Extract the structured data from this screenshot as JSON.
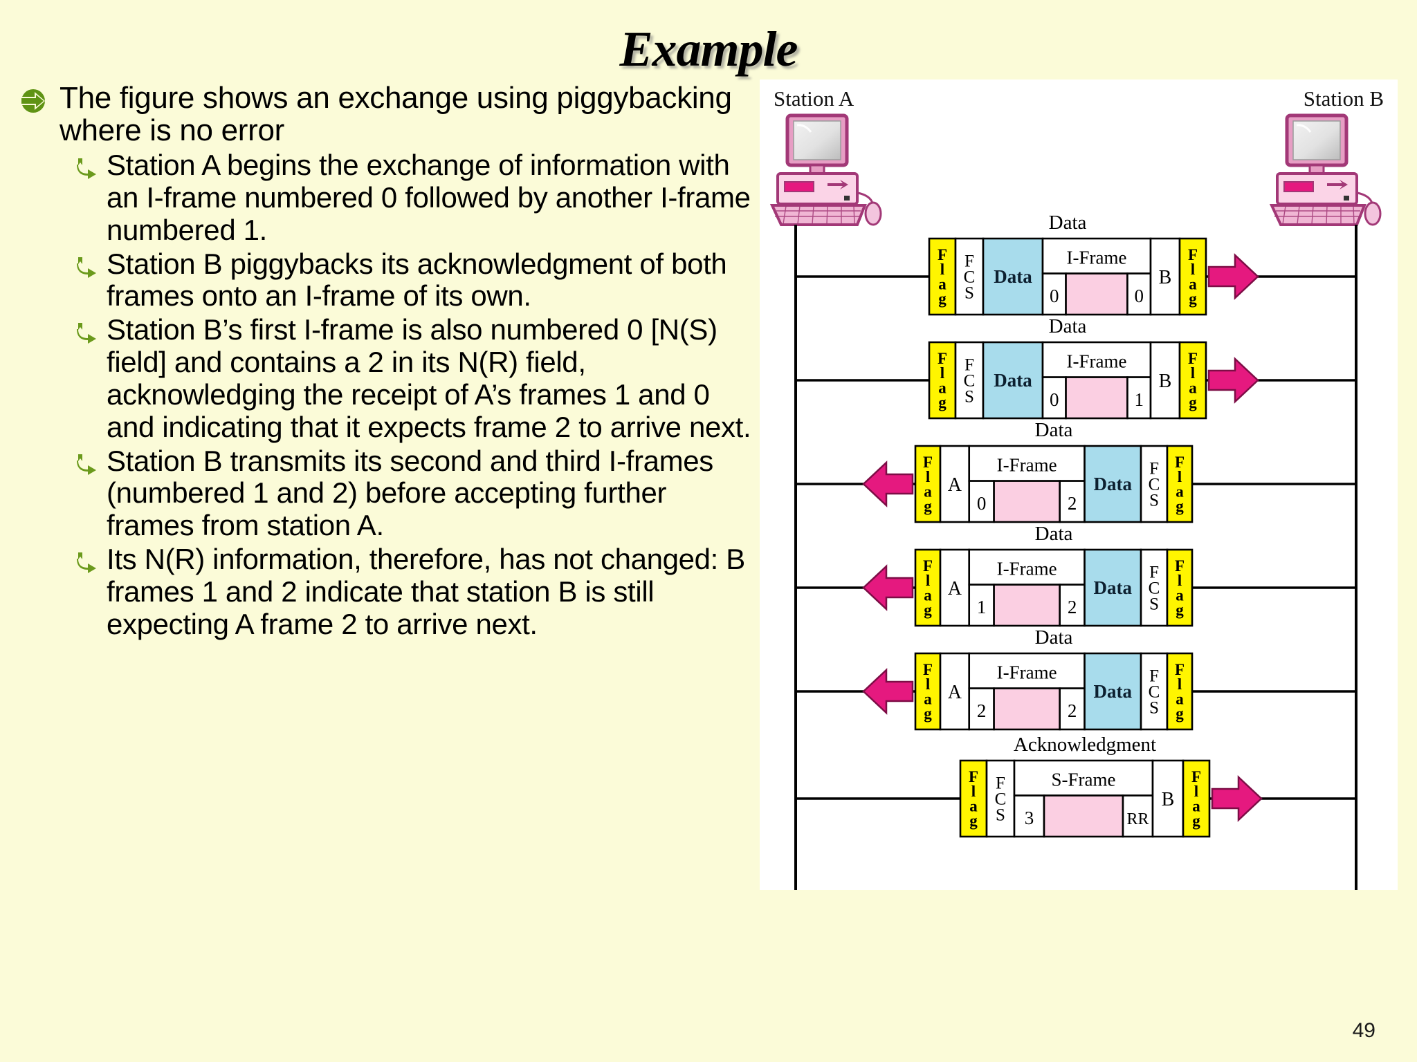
{
  "slide": {
    "title": "Example",
    "page_number": "49",
    "background_color": "#FBFBD8"
  },
  "bullets": [
    {
      "level": 1,
      "marker": "green-circle-arrow-bullet",
      "text": "The figure shows an exchange using piggybacking where is no error"
    },
    {
      "level": 2,
      "marker": "green-hook-arrow-bullet",
      "text": "Station A begins the exchange of information with an I-frame numbered 0 followed by another I-frame numbered 1."
    },
    {
      "level": 2,
      "marker": "green-hook-arrow-bullet",
      "text": "Station B piggybacks its acknowledgment of both frames onto an I-frame of its own."
    },
    {
      "level": 2,
      "marker": "green-hook-arrow-bullet",
      "text": "Station B’s first I-frame is also numbered 0 [N(S) field] and contains a 2 in its N(R) field, acknowledging the receipt of A’s frames 1 and 0 and indicating that it expects frame 2 to arrive next."
    },
    {
      "level": 2,
      "marker": "green-hook-arrow-bullet",
      "text": "Station B transmits its second and third I-frames (numbered 1 and 2) before accepting further frames from station A."
    },
    {
      "level": 2,
      "marker": "green-hook-arrow-bullet",
      "text": "Its N(R) information, therefore, has not changed: B frames 1 and 2 indicate that station B is still expecting A frame 2 to arrive next."
    }
  ],
  "diagram": {
    "type": "sequence-frame-exchange",
    "station_left_label": "Station A",
    "station_right_label": "Station B",
    "colors": {
      "flag": "#FFF500",
      "data_block": "#A8DCEC",
      "payload": "#FBCFE2",
      "arrow": "#E5197F",
      "line": "#000000",
      "panel": "#ffffff"
    },
    "frames": [
      {
        "index": 1,
        "caption": "Data",
        "direction": "left-to-right",
        "frame_type": "I-Frame",
        "ns": "0",
        "nr": "0",
        "address": "B",
        "fields": [
          "Flag",
          "FCS",
          "Data",
          "I-Frame",
          "B",
          "Flag"
        ]
      },
      {
        "index": 2,
        "caption": "Data",
        "direction": "left-to-right",
        "frame_type": "I-Frame",
        "ns": "0",
        "nr": "1",
        "address": "B",
        "fields": [
          "Flag",
          "FCS",
          "Data",
          "I-Frame",
          "B",
          "Flag"
        ]
      },
      {
        "index": 3,
        "caption": "Data",
        "direction": "right-to-left",
        "frame_type": "I-Frame",
        "ns": "0",
        "nr": "2",
        "address": "A",
        "fields": [
          "Flag",
          "A",
          "I-Frame",
          "Data",
          "FCS",
          "Flag"
        ]
      },
      {
        "index": 4,
        "caption": "Data",
        "direction": "right-to-left",
        "frame_type": "I-Frame",
        "ns": "1",
        "nr": "2",
        "address": "A",
        "fields": [
          "Flag",
          "A",
          "I-Frame",
          "Data",
          "FCS",
          "Flag"
        ]
      },
      {
        "index": 5,
        "caption": "Data",
        "direction": "right-to-left",
        "frame_type": "I-Frame",
        "ns": "2",
        "nr": "2",
        "address": "A",
        "fields": [
          "Flag",
          "A",
          "I-Frame",
          "Data",
          "FCS",
          "Flag"
        ]
      },
      {
        "index": 6,
        "caption": "Acknowledgment",
        "direction": "left-to-right",
        "frame_type": "S-Frame",
        "ns": "3",
        "nr": "RR",
        "address": "B",
        "fields": [
          "Flag",
          "FCS",
          "S-Frame",
          "B",
          "Flag"
        ]
      }
    ],
    "labels": {
      "flag": "Flag",
      "fcs": "FCS",
      "data": "Data",
      "caption_data": "Data",
      "caption_ack": "Acknowledgment"
    }
  }
}
